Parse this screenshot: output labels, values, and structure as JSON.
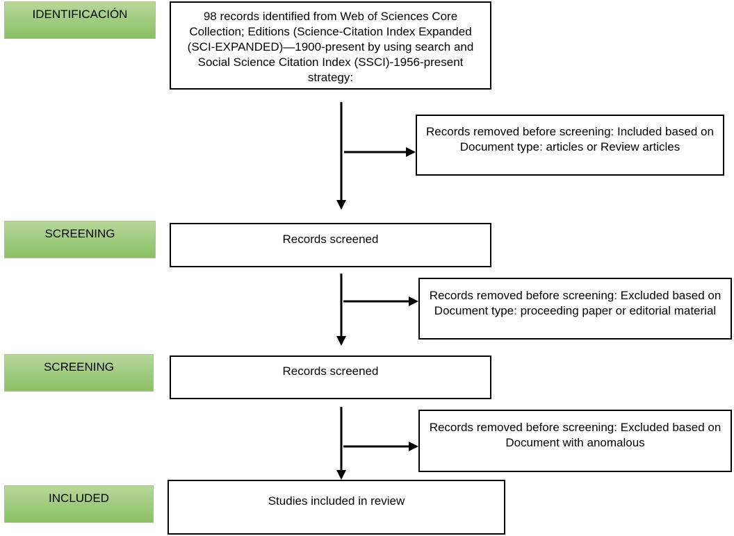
{
  "stages": {
    "identification": "IDENTIFICACIÓN",
    "screening_1": "SCREENING",
    "screening_2": "SCREENING",
    "included": "INCLUDED"
  },
  "boxes": {
    "identified": "98 records identified from Web of Sciences Core Collection; Editions (Science-Citation Index Expanded (SCI-EXPANDED)—1900-present by using search  and Social Science Citation Index (SSCI)-1956-present strategy:",
    "removed_1": "Records removed before screening: Included based on Document type: articles or Review articles",
    "screened_1": "Records screened",
    "removed_2": "Records removed before screening: Excluded based on Document type: proceeding paper or editorial material",
    "screened_2": "Records screened",
    "removed_3": "Records removed before screening: Excluded based on Document with anomalous",
    "included": "Studies included in review"
  },
  "colors": {
    "stage_fill": "#8ac065",
    "stage_fill_light": "#b7d79a",
    "arrow": "#000000"
  }
}
